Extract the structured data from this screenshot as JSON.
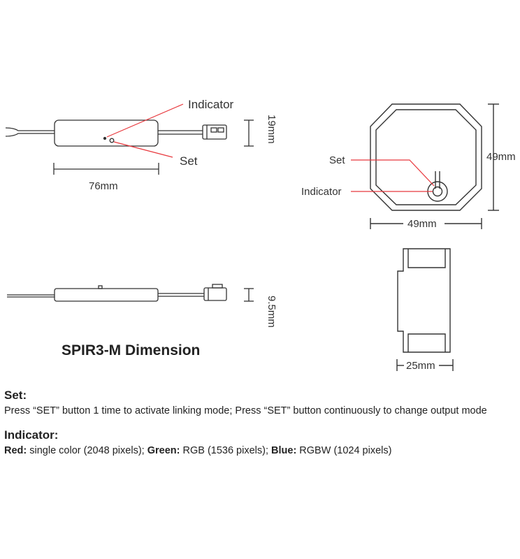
{
  "diagram": {
    "labels": {
      "indicator_top": "Indicator",
      "set_top": "Set",
      "length_76": "76mm",
      "height_19": "19mm",
      "height_95": "9.5mm",
      "title": "SPIR3-M Dimension",
      "set_right": "Set",
      "indicator_right": "Indicator",
      "width_49_bottom": "49mm",
      "height_49_right": "49mm",
      "depth_25": "25mm"
    },
    "colors": {
      "leader_red": "#e8383d",
      "outline": "#333333"
    }
  },
  "notes": {
    "set_heading": "Set:",
    "set_text": "Press “SET” button 1 time to activate linking mode; Press “SET” button continuously to change output mode",
    "indicator_heading": "Indicator:",
    "red_label": "Red:",
    "red_text": " single color (2048 pixels); ",
    "green_label": "Green:",
    "green_text": " RGB (1536 pixels); ",
    "blue_label": "Blue:",
    "blue_text": " RGBW (1024 pixels)"
  }
}
